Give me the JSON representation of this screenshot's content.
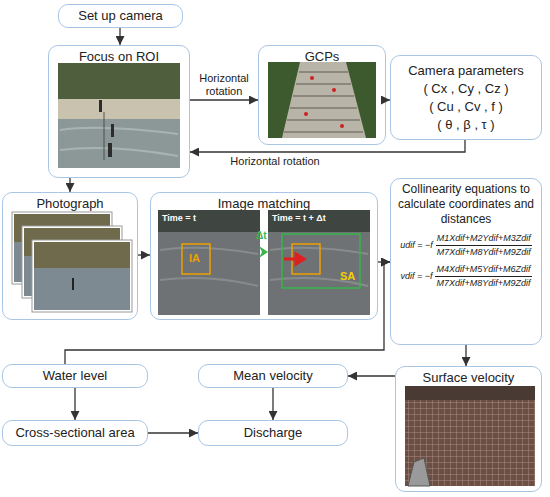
{
  "diagram": {
    "nodes": [
      {
        "text": [
          "Set up camera"
        ]
      },
      {
        "text": [
          "Focus on ROI"
        ]
      },
      {
        "text": [
          "GCPs"
        ]
      },
      {
        "text": [
          "Camera parameters",
          "( Cx , Cy , Cz )",
          "( Cu , Cv , f )",
          "( θ , β , τ )"
        ]
      },
      {
        "text": [
          "Photograph"
        ]
      },
      {
        "text": [
          "Image matching"
        ]
      },
      {
        "text": [
          "Collinearity equations to calculate coordinates and distances",
          "udif = −f",
          "M1Xdif+M2Ydif+M3Zdif",
          "M7Xdif+M8Ydif+M9Zdif",
          "vdif = −f",
          "M4Xdif+M5Ydif+M6Zdif",
          "M7Xdif+M8Ydif+M9Zdif"
        ]
      },
      {
        "text": [
          "Water level"
        ]
      },
      {
        "text": [
          "Mean velocity"
        ]
      },
      {
        "text": [
          "Surface velocity"
        ]
      },
      {
        "text": [
          "Cross-sectional area"
        ]
      },
      {
        "text": [
          "Discharge"
        ]
      }
    ],
    "edges": [
      {
        "from": 0,
        "to": 1,
        "arrow": "to"
      },
      {
        "from": 1,
        "to": 2,
        "label": "Horizontal rotation",
        "arrow": "to"
      },
      {
        "from": 2,
        "to": 3,
        "arrow": "to"
      },
      {
        "from": 3,
        "to": 1,
        "label": "Horizontal rotation",
        "arrow": "to"
      },
      {
        "from": 1,
        "to": 4,
        "arrow": "to"
      },
      {
        "from": 4,
        "to": 5,
        "arrow": "to"
      },
      {
        "from": 5,
        "to": 6,
        "arrow": "to"
      },
      {
        "from": 6,
        "to": 9,
        "arrow": "to"
      },
      {
        "from": 9,
        "to": 8,
        "arrow": "to"
      },
      {
        "from": 7,
        "to": 6,
        "arrow": "to"
      },
      {
        "from": 7,
        "to": 10,
        "arrow": "to"
      },
      {
        "from": 10,
        "to": 11,
        "arrow": "to"
      },
      {
        "from": 8,
        "to": 11,
        "arrow": "to"
      }
    ],
    "labels": [
      "Time = t",
      "Time = t + Δt",
      "IA",
      "SA",
      "Δt"
    ]
  }
}
